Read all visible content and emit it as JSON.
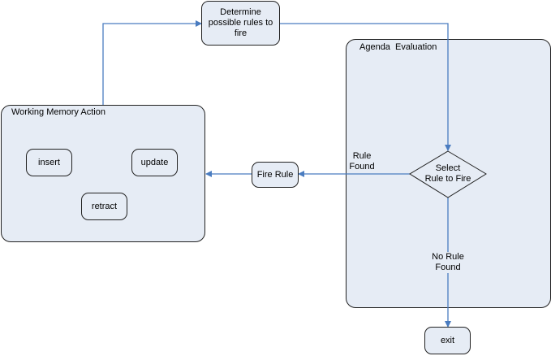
{
  "nodes": {
    "determine": "Determine\npossible rules to\nfire",
    "fire_rule": "Fire Rule",
    "select": "Select\nRule to Fire",
    "exit": "exit",
    "insert": "insert",
    "update": "update",
    "retract": "retract"
  },
  "containers": {
    "working_memory": "Working Memory Action",
    "agenda": "Agenda  Evaluation"
  },
  "edge_labels": {
    "rule_found": "Rule\nFound",
    "no_rule_found": "No Rule\nFound"
  },
  "colors": {
    "node_fill": "#e6ecf5",
    "border": "#222222",
    "arrow": "#4a7cc0"
  }
}
